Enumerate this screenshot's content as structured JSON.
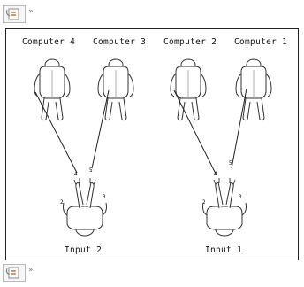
{
  "toolbar_top": {
    "icon": "document-thumbnail-icon",
    "arrow": "»"
  },
  "toolbar_bottom": {
    "icon": "document-thumbnail-icon",
    "arrow": "»"
  },
  "figure": {
    "computers": [
      "Computer 4",
      "Computer 3",
      "Computer 2",
      "Computer 1"
    ],
    "inputs": [
      "Input 2",
      "Input 1"
    ],
    "finger_labels": [
      "1",
      "2",
      "3",
      "4",
      "5"
    ]
  }
}
